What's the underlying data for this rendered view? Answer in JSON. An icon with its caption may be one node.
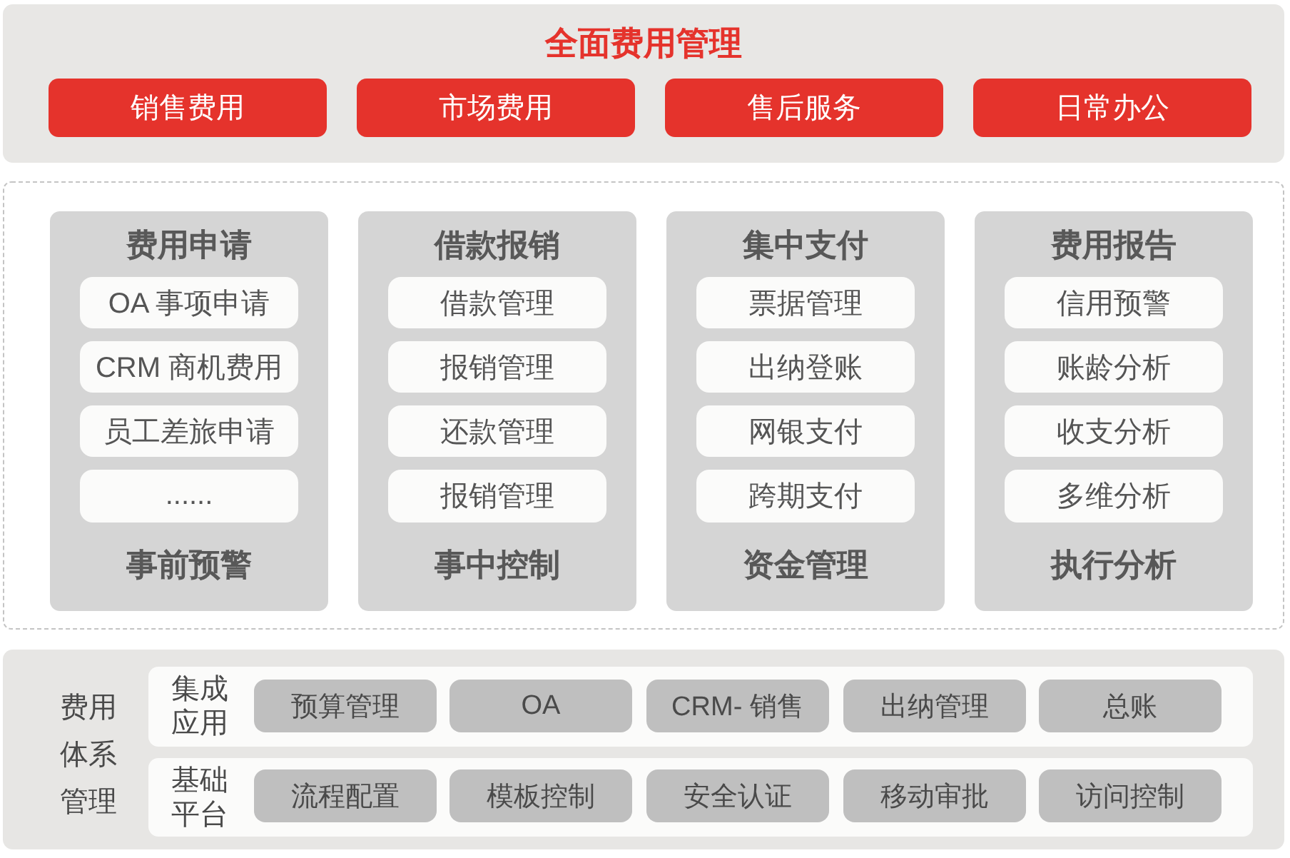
{
  "diagram": {
    "nodes": [
      {
        "text": [
          "全面费用管理"
        ]
      },
      {
        "text": [
          "销售费用"
        ],
        "in": 0
      },
      {
        "text": [
          "市场费用"
        ],
        "in": 0
      },
      {
        "text": [
          "售后服务"
        ],
        "in": 0
      },
      {
        "text": [
          "日常办公"
        ],
        "in": 0
      },
      {
        "text": [],
        "shape": "box"
      },
      {
        "text": [
          "费用申请",
          "事前预警"
        ],
        "in": 5
      },
      {
        "text": [
          "OA 事项申请"
        ],
        "in": 6
      },
      {
        "text": [
          "CRM 商机费用"
        ],
        "in": 6
      },
      {
        "text": [
          "员工差旅申请"
        ],
        "in": 6
      },
      {
        "text": [
          "......"
        ],
        "in": 6
      },
      {
        "text": [
          "借款报销",
          "事中控制"
        ],
        "in": 5
      },
      {
        "text": [
          "借款管理"
        ],
        "in": 11
      },
      {
        "text": [
          "报销管理"
        ],
        "in": 11
      },
      {
        "text": [
          "还款管理"
        ],
        "in": 11
      },
      {
        "text": [
          "报销管理"
        ],
        "in": 11
      },
      {
        "text": [
          "集中支付",
          "资金管理"
        ],
        "in": 5
      },
      {
        "text": [
          "票据管理"
        ],
        "in": 16
      },
      {
        "text": [
          "出纳登账"
        ],
        "in": 16
      },
      {
        "text": [
          "网银支付"
        ],
        "in": 16
      },
      {
        "text": [
          "跨期支付"
        ],
        "in": 16
      },
      {
        "text": [
          "费用报告",
          "执行分析"
        ],
        "in": 5
      },
      {
        "text": [
          "信用预警"
        ],
        "in": 21
      },
      {
        "text": [
          "账龄分析"
        ],
        "in": 21
      },
      {
        "text": [
          "收支分析"
        ],
        "in": 21
      },
      {
        "text": [
          "多维分析"
        ],
        "in": 21
      },
      {
        "text": [
          "费用体系管理"
        ]
      },
      {
        "text": [
          "集成应用"
        ],
        "in": 26
      },
      {
        "text": [
          "预算管理"
        ],
        "in": 27
      },
      {
        "text": [
          "OA"
        ],
        "in": 27
      },
      {
        "text": [
          "CRM- 销售"
        ],
        "in": 27
      },
      {
        "text": [
          "出纳管理"
        ],
        "in": 27
      },
      {
        "text": [
          "总账"
        ],
        "in": 27
      },
      {
        "text": [
          "基础平台"
        ],
        "in": 26
      },
      {
        "text": [
          "流程配置"
        ],
        "in": 33
      },
      {
        "text": [
          "模板控制"
        ],
        "in": 33
      },
      {
        "text": [
          "安全认证"
        ],
        "in": 33
      },
      {
        "text": [
          "移动审批"
        ],
        "in": 33
      },
      {
        "text": [
          "访问控制"
        ],
        "in": 33
      }
    ]
  }
}
